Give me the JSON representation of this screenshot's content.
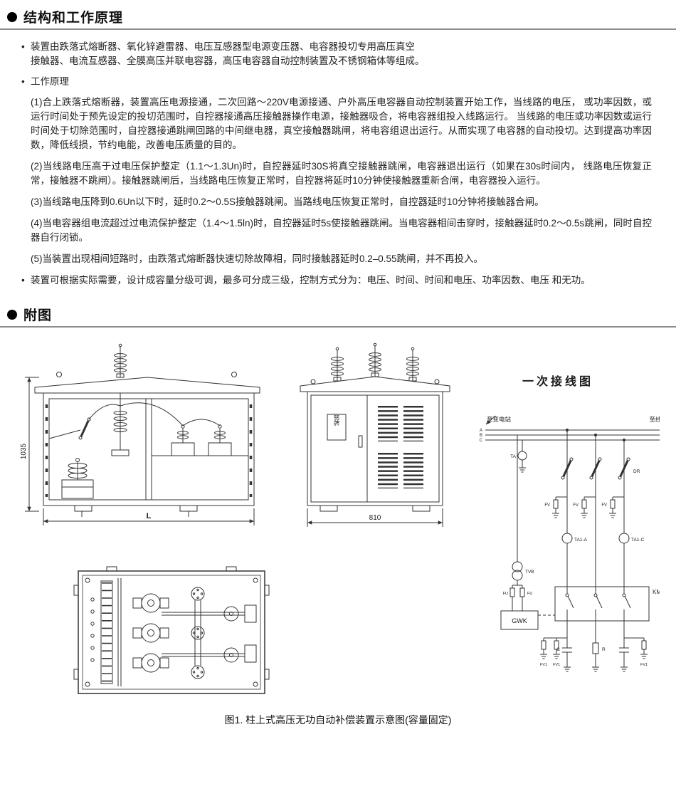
{
  "glyphs": {
    "bullet": "•"
  },
  "sections": {
    "structure": {
      "title": "结构和工作原理"
    },
    "figures": {
      "title": "附图"
    }
  },
  "content": {
    "intro_line1": "装置由跌落式熔断器、氧化锌避雷器、电压互感器型电源变压器、电容器投切专用高压真空",
    "intro_line2": "接触器、电流互感器、全膜高压并联电容器，高压电容器自动控制装置及不锈钢箱体等组成。",
    "principle_title": "工作原理",
    "paragraphs": [
      "(1)合上跌落式熔断器，装置高压电源接通，二次回路～220V电源接通、户外高压电容器自动控制装置开始工作，当线路的电压， 或功率因数，或运行时间处于预先设定的投切范围时，自控器接通高压接触器操作电源，接触器吸合，将电容器组投入线路运行。 当线路的电压或功率因数或运行时间处于切除范围时，自控器接通跳闸回路的中间继电器，真空接触器跳闸，将电容组退出运行。从而实现了电容器的自动投切。达到提高功率因数，降低线损，节约电能，改善电压质量的目的。",
      "(2)当线路电压高于过电压保护整定（1.1～1.3Un)时，自控器延时30S将真空接触器跳闸，电容器退出运行（如果在30s时间内， 线路电压恢复正常，接触器不跳闸）。接触器跳闸后，当线路电压恢复正常时，自控器将延时10分钟使接触器重新合闸，电容器投入运行。",
      "(3)当线路电压降到0.6Un以下时，延时0.2～0.5S接触器跳闸。当路线电压恢复正常时，自控器延时10分钟将接触器合闸。",
      "(4)当电容器组电流超过过电流保护整定（1.4～1.5ln)时，自控器延时5s使接触器跳闸。当电容器相间击穿时，接触器延时0.2～0.5s跳闸，同时自控器自行闭锁。",
      "(5)当装置出现相间短路时，由跌落式熔断器快速切除故障相，同时接触器延时0.2–0.55跳闸，并不再投入。"
    ],
    "note": "装置可根据实际需要，设计成容量分级可调，最多可分成三级，控制方式分为：电压、时间、时间和电压、功率因数、电压 和无功。"
  },
  "figure": {
    "caption": "图1. 柱上式高压无功自动补偿装置示意图(容量固定)",
    "front_view": {
      "dim_height": "1035",
      "dim_length": "L"
    },
    "side_view": {
      "nameplate": "铭牌",
      "dim_width": "810"
    },
    "wiring": {
      "title": "一次接线图",
      "to_substation": "至变电站",
      "to_line_end": "至线路末端",
      "phase_a": "A",
      "phase_b": "B",
      "phase_c": "C",
      "ta": "TA",
      "dr": "DR",
      "fv": "FV",
      "ta1a": "TA1-A",
      "ta1c": "TA1-C",
      "tvb": "TVB",
      "fu": "FU",
      "gwk": "GWK",
      "km": "KM",
      "fv1": "FV1",
      "c": "C",
      "r": "R"
    }
  }
}
